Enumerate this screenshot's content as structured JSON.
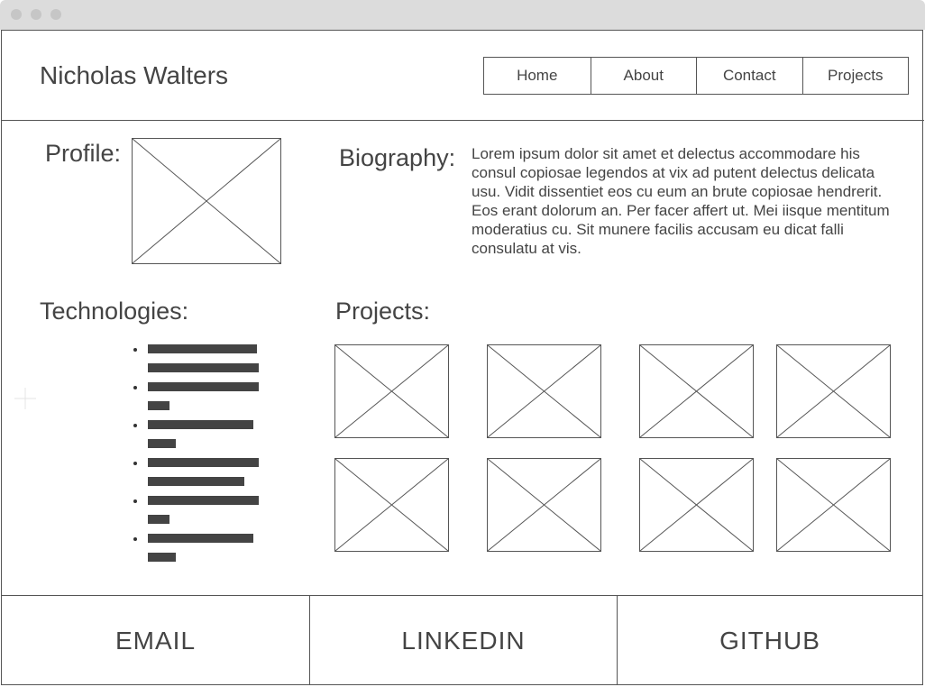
{
  "header": {
    "site_name": "Nicholas Walters",
    "nav": [
      {
        "label": "Home"
      },
      {
        "label": "About"
      },
      {
        "label": "Contact"
      },
      {
        "label": "Projects"
      }
    ]
  },
  "profile": {
    "label": "Profile:"
  },
  "biography": {
    "label": "Biography:",
    "text": "Lorem ipsum dolor sit amet et delectus accommodare his consul copiosae legendos at vix ad putent delectus delicata usu. Vidit dissentiet eos cu eum an brute copiosae hendrerit. Eos erant dolorum an. Per facer affert ut. Mei iisque mentitum moderatius cu. Sit munere facilis accusam eu dicat falli consulatu at vis."
  },
  "technologies": {
    "label": "Technologies:",
    "item_count": 6
  },
  "projects": {
    "label": "Projects:",
    "thumbnail_count": 8
  },
  "footer": {
    "links": [
      {
        "label": "EMAIL"
      },
      {
        "label": "LINKEDIN"
      },
      {
        "label": "GITHUB"
      }
    ]
  },
  "colors": {
    "line": "#555555",
    "text": "#444444",
    "titlebar": "#dcdcdc",
    "dot": "#c6c6c6"
  },
  "icons": {
    "image_placeholder": "crossed-box-icon",
    "cursor": "crosshair-icon"
  }
}
